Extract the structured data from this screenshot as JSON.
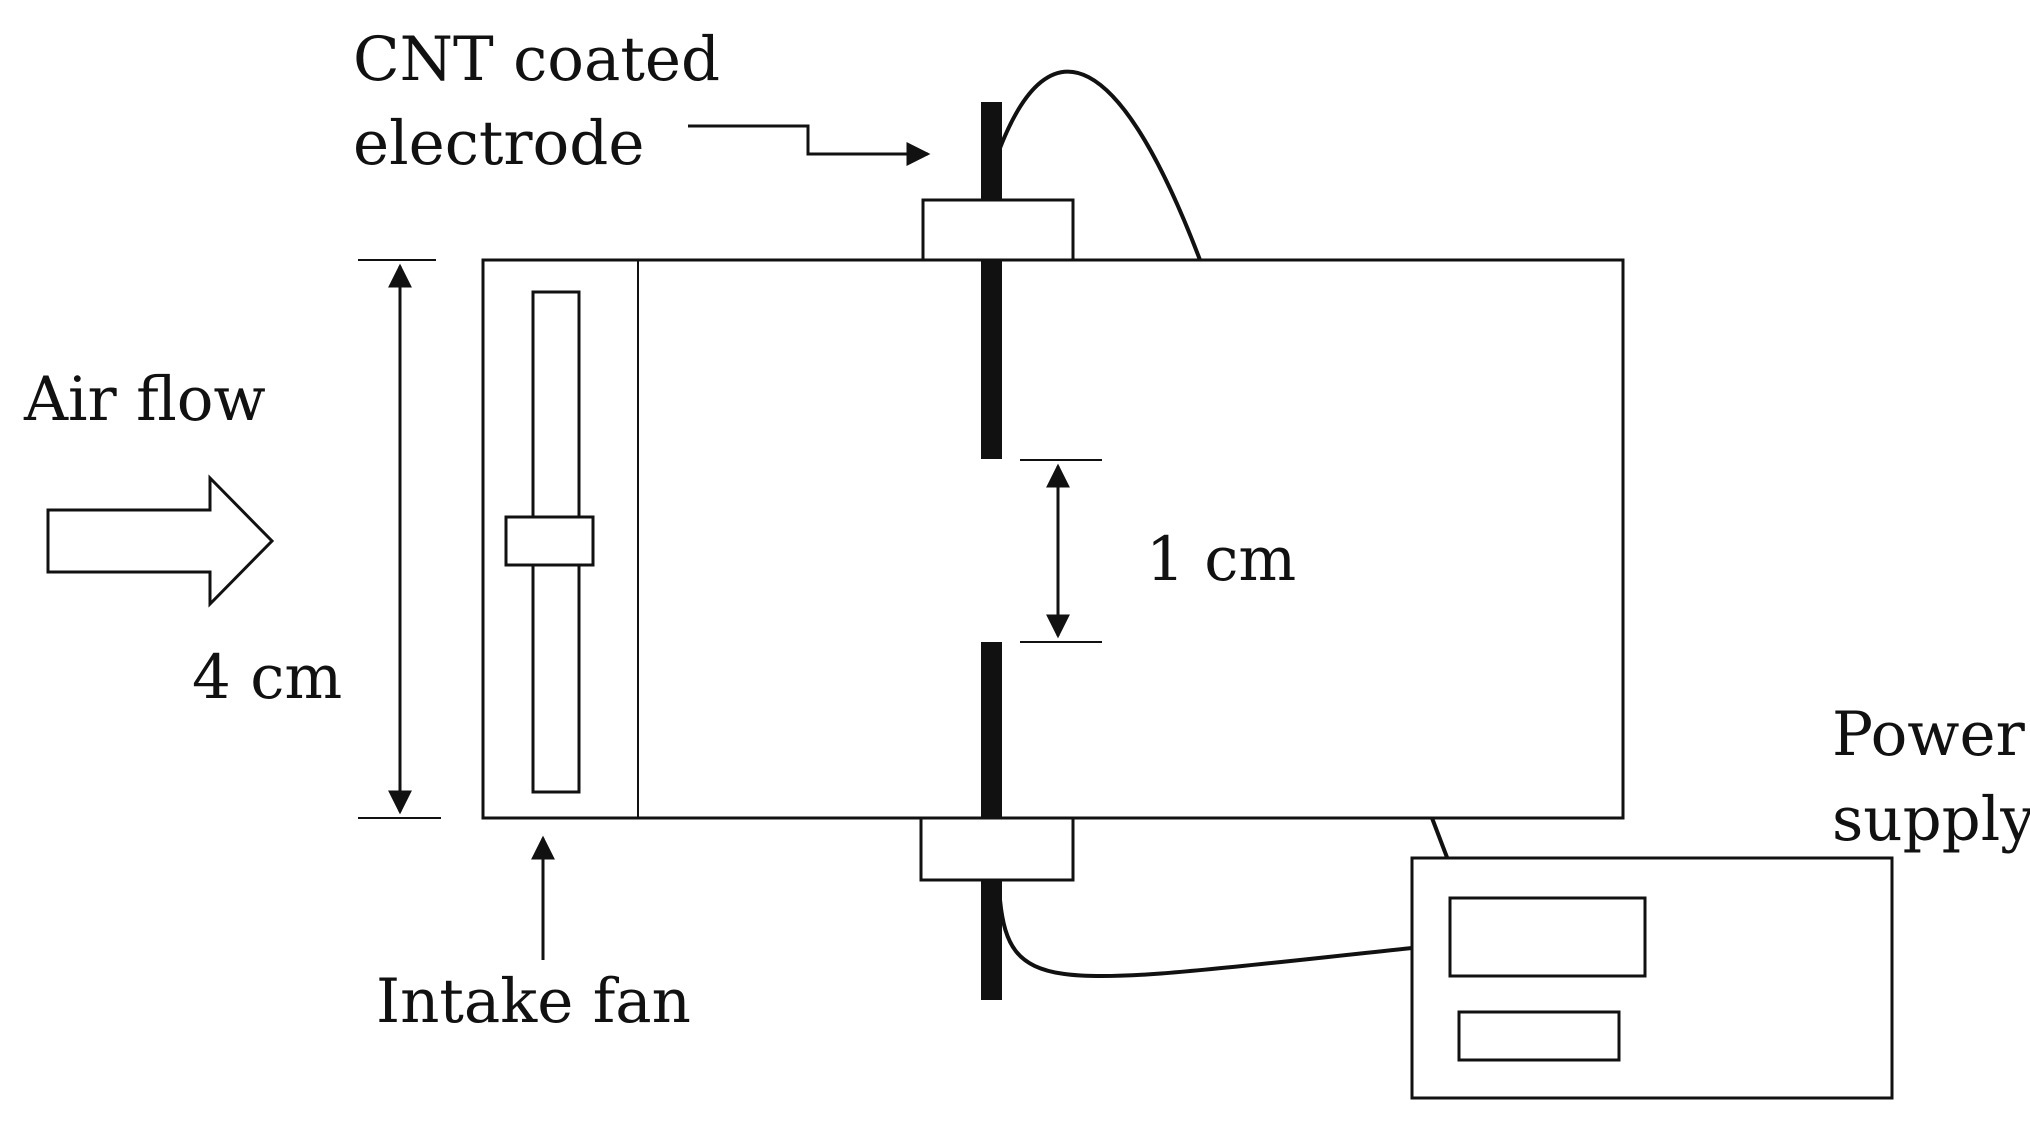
{
  "labels": {
    "cnt_line1": "CNT coated",
    "cnt_line2": "electrode",
    "air_flow": "Air flow",
    "width_4cm": "4 cm",
    "gap_1cm": "1 cm",
    "power_line1": "Power",
    "power_line2": "supply",
    "intake_fan": "Intake fan"
  },
  "colors": {
    "stroke": "#111111",
    "fill": "#ffffff",
    "electrode": "#111111"
  }
}
